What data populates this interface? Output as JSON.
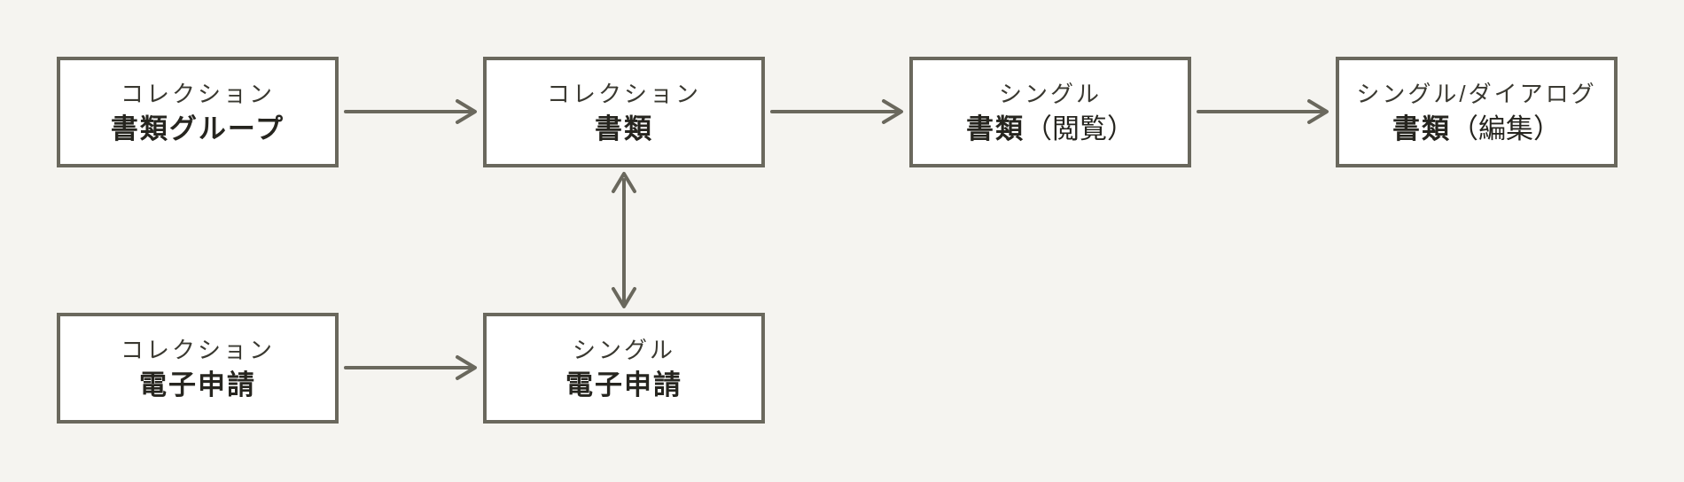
{
  "diagram": {
    "colors": {
      "background": "#F5F4F0",
      "box_fill": "#FFFFFF",
      "line": "#6A685D",
      "type_text": "#3A3931",
      "name_text": "#26251F"
    },
    "nodes": [
      {
        "id": "document-group",
        "type_label": "コレクション",
        "name_bold": "書類グループ",
        "name_suffix": ""
      },
      {
        "id": "documents",
        "type_label": "コレクション",
        "name_bold": "書類",
        "name_suffix": ""
      },
      {
        "id": "document-view",
        "type_label": "シングル",
        "name_bold": "書類",
        "name_suffix": "（閲覧）"
      },
      {
        "id": "document-edit",
        "type_label": "シングル/ダイアログ",
        "name_bold": "書類",
        "name_suffix": "（編集）"
      },
      {
        "id": "eapplication-collection",
        "type_label": "コレクション",
        "name_bold": "電子申請",
        "name_suffix": ""
      },
      {
        "id": "eapplication-single",
        "type_label": "シングル",
        "name_bold": "電子申請",
        "name_suffix": ""
      }
    ],
    "edges": [
      {
        "from": "document-group",
        "to": "documents",
        "direction": "right"
      },
      {
        "from": "documents",
        "to": "document-view",
        "direction": "right"
      },
      {
        "from": "document-view",
        "to": "document-edit",
        "direction": "right"
      },
      {
        "from": "documents",
        "to": "eapplication-single",
        "direction": "both"
      },
      {
        "from": "eapplication-collection",
        "to": "eapplication-single",
        "direction": "right"
      }
    ]
  }
}
